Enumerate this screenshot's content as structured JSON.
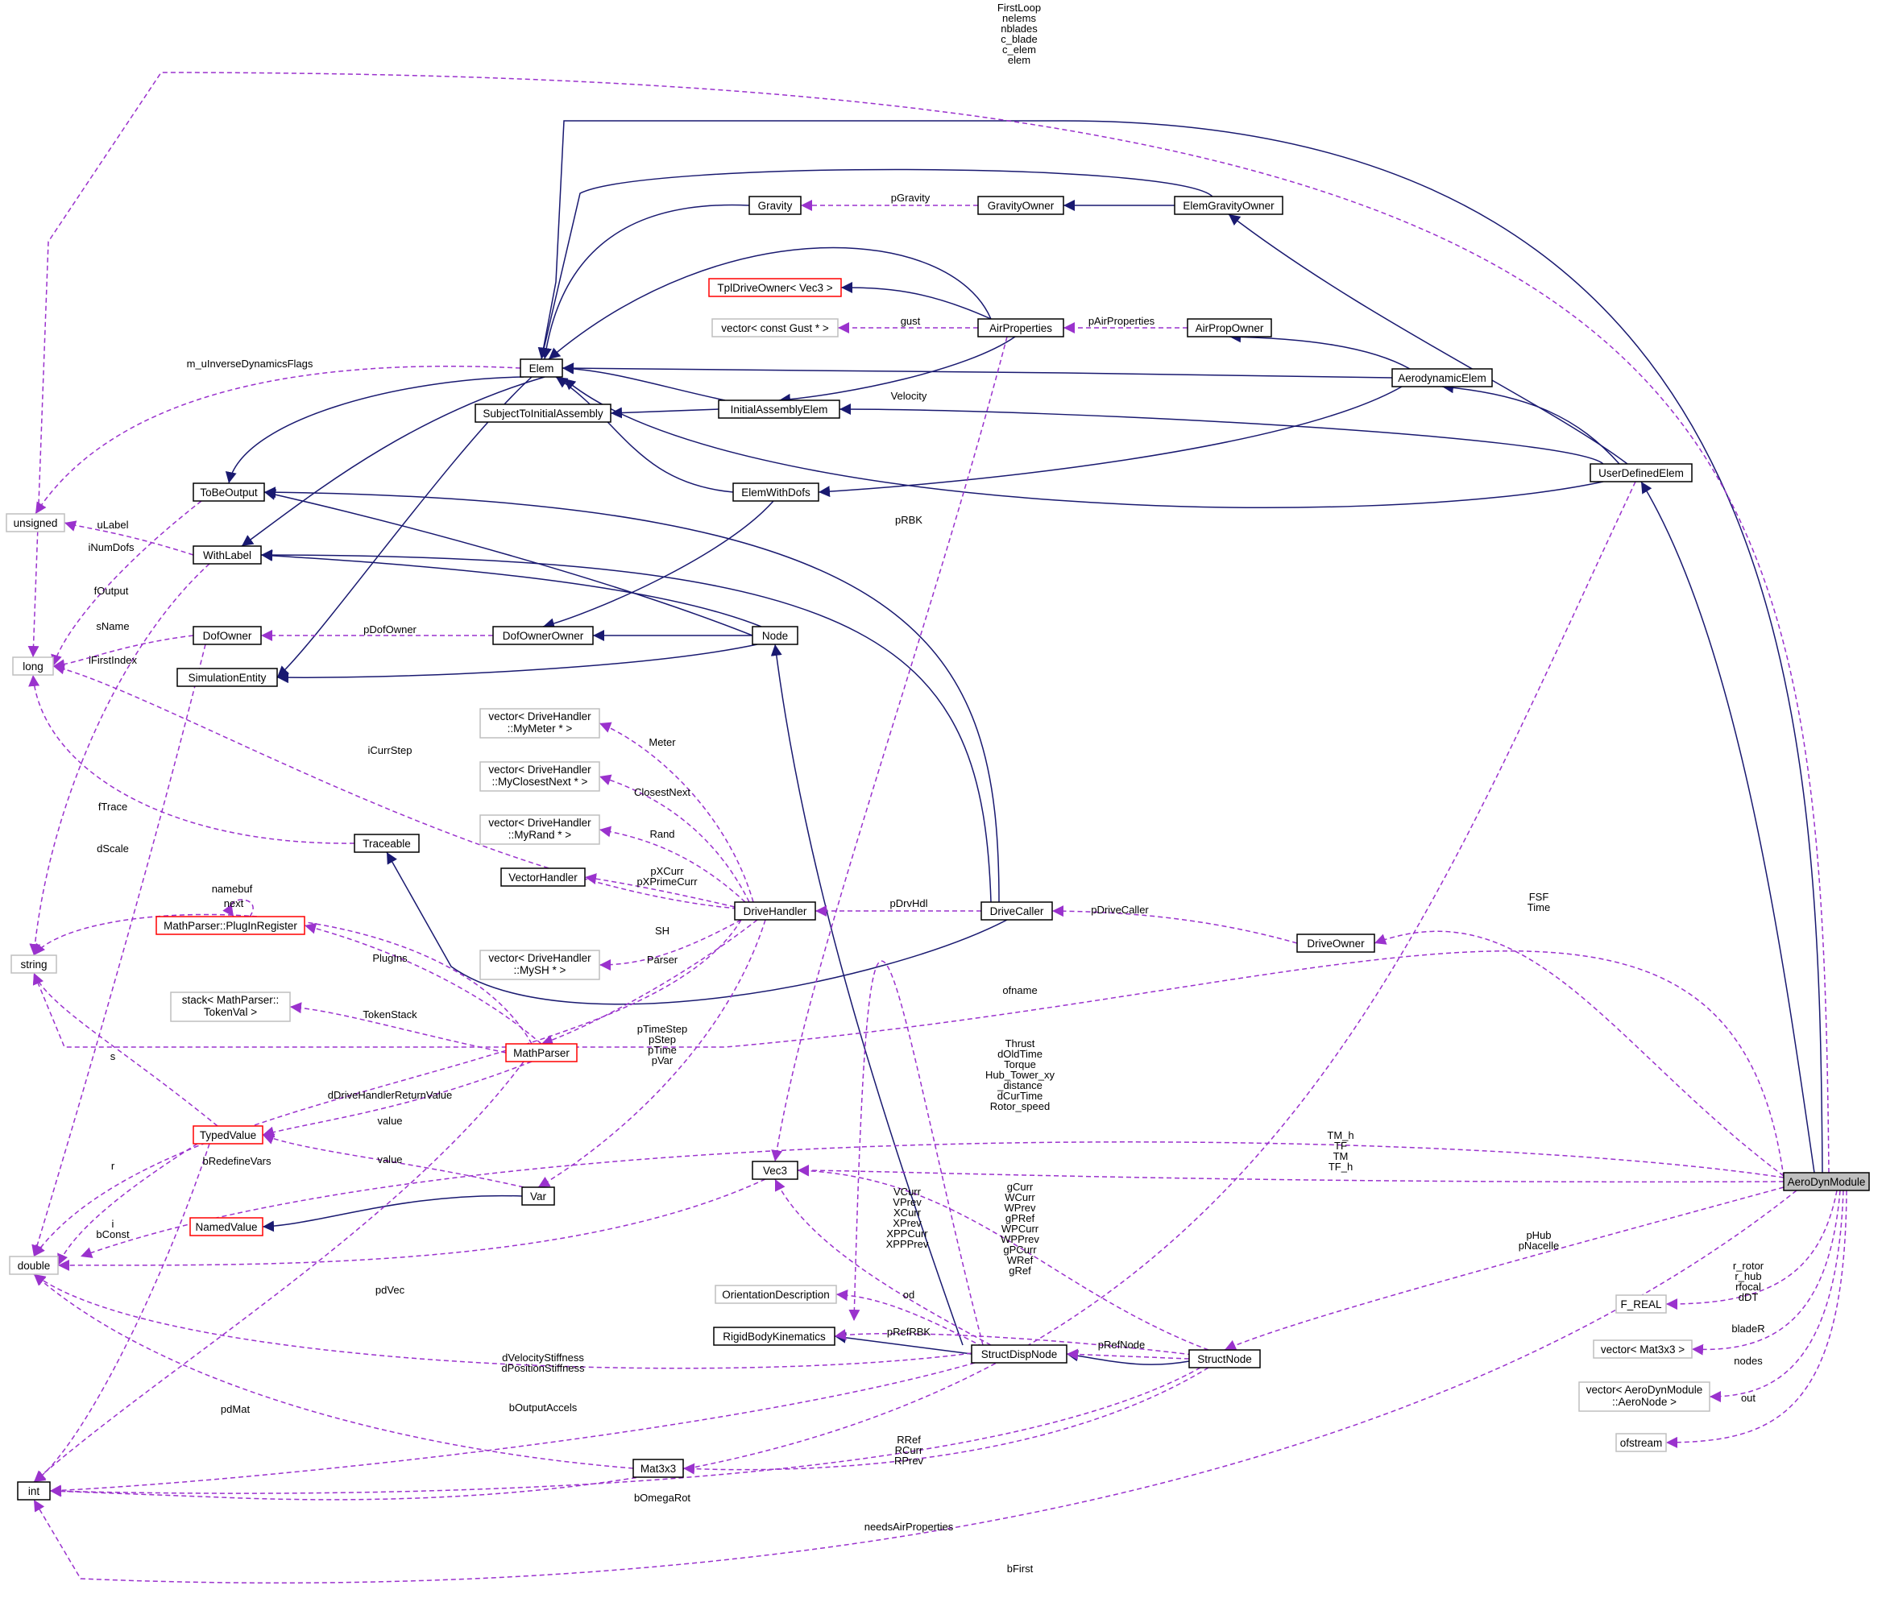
{
  "colors": {
    "inherit_edge": "#191970",
    "usage_edge": "#9a32cd",
    "node_border": "#000000",
    "external_border": "#bfbfbf",
    "incomplete_border": "#ff0000",
    "root_fill": "#bfbfbf",
    "node_fill": "#ffffff"
  },
  "nodes": {
    "AeroDynModule": "AeroDynModule",
    "UserDefinedElem": "UserDefinedElem",
    "Elem": "Elem",
    "ToBeOutput": "ToBeOutput",
    "WithLabel": "WithLabel",
    "unsigned": "unsigned",
    "long": "long",
    "string": "string",
    "double": "double",
    "int": "int",
    "Traceable": "Traceable",
    "SimulationEntity": "SimulationEntity",
    "DofOwner": "DofOwner",
    "DofOwnerOwner": "DofOwnerOwner",
    "Node": "Node",
    "SubjectToInitialAssembly": "SubjectToInitialAssembly",
    "InitialAssemblyElem": "InitialAssemblyElem",
    "ElemWithDofs": "ElemWithDofs",
    "Gravity": "Gravity",
    "GravityOwner": "GravityOwner",
    "ElemGravityOwner": "ElemGravityOwner",
    "TplDriveOwner": "TplDriveOwner< Vec3 >",
    "VectorConstGust": "vector< const Gust * >",
    "AirProperties": "AirProperties",
    "AirPropOwner": "AirPropOwner",
    "AerodynamicElem": "AerodynamicElem",
    "VecMyMeter": [
      "vector< DriveHandler",
      "::MyMeter * >"
    ],
    "VecMyClosestNext": [
      "vector< DriveHandler",
      "::MyClosestNext * >"
    ],
    "VecMyRand": [
      "vector< DriveHandler",
      "::MyRand * >"
    ],
    "VectorHandler": "VectorHandler",
    "VecMySH": [
      "vector< DriveHandler",
      "::MySH * >"
    ],
    "DriveHandler": "DriveHandler",
    "DriveCaller": "DriveCaller",
    "DriveOwner": "DriveOwner",
    "PlugInRegister": "MathParser::PlugInRegister",
    "StackTokenVal": [
      "stack< MathParser::",
      "TokenVal >"
    ],
    "MathParser": "MathParser",
    "TypedValue": "TypedValue",
    "NamedValue": "NamedValue",
    "Var": "Var",
    "Vec3": "Vec3",
    "OrientationDescription": "OrientationDescription",
    "RigidBodyKinematics": "RigidBodyKinematics",
    "StructDispNode": "StructDispNode",
    "StructNode": "StructNode",
    "Mat3x3": "Mat3x3",
    "F_REAL": "F_REAL",
    "VecMat3x3": "vector< Mat3x3 >",
    "VecAeroNode": [
      "vector< AeroDynModule",
      "::AeroNode >"
    ],
    "ofstream": "ofstream"
  },
  "edge_labels": {
    "top": [
      "FirstLoop",
      "nelems",
      "nblades",
      "c_blade",
      "c_elem",
      "elem"
    ],
    "pGravity": "pGravity",
    "gust": "gust",
    "pAirProperties": "pAirProperties",
    "m_uInverseDynamicsFlags": "m_uInverseDynamicsFlags",
    "Velocity": "Velocity",
    "uLabel": "uLabel",
    "iNumDofs": "iNumDofs",
    "fOutput": "fOutput",
    "sName": "sName",
    "iFirstIndex": "iFirstIndex",
    "pDofOwner": "pDofOwner",
    "pRBK": "pRBK",
    "iCurrStep": "iCurrStep",
    "fTrace": "fTrace",
    "dScale": "dScale",
    "Meter": "Meter",
    "ClosestNext": "ClosestNext",
    "Rand": "Rand",
    "pXCurr": [
      "pXCurr",
      "pXPrimeCurr"
    ],
    "namebuf": "namebuf",
    "next": "next",
    "pDrvHdl": "pDrvHdl",
    "pDriveCaller": "pDriveCaller",
    "FSF": [
      "FSF",
      "Time"
    ],
    "SH": "SH",
    "Parser": "Parser",
    "PlugIns": "PlugIns",
    "ofname": "ofname",
    "TokenStack": "TokenStack",
    "pTimeStep": [
      "pTimeStep",
      "pStep",
      "pTime",
      "pVar"
    ],
    "Thrust": [
      "Thrust",
      "dOldTime",
      "Torque",
      "Hub_Tower_xy",
      "_distance",
      "dCurTime",
      "Rotor_speed"
    ],
    "s": "s",
    "dDriveHandlerReturnValue": "dDriveHandlerReturnValue",
    "value1": "value",
    "value2": "value",
    "r": "r",
    "bRedefineVars": "bRedefineVars",
    "TM": [
      "TM_h",
      "TF",
      "TM",
      "TF_h"
    ],
    "gCurr": [
      "gCurr",
      "WCurr",
      "WPrev",
      "gPRef",
      "WPCurr",
      "WPPrev",
      "gPCurr",
      "WRef",
      "gRef"
    ],
    "VCurr": [
      "VCurr",
      "VPrev",
      "XCurr",
      "XPrev",
      "XPPCurr",
      "XPPPrev"
    ],
    "iBConst": [
      "i",
      "bConst"
    ],
    "pHub": [
      "pHub",
      "pNacelle"
    ],
    "pdVec": "pdVec",
    "od": "od",
    "rRotor": [
      "r_rotor",
      "r_hub",
      "rfocal",
      "dDT"
    ],
    "pRefRBK": "pRefRBK",
    "pRefNode": "pRefNode",
    "bladeR": "bladeR",
    "dVelocity": [
      "dVelocityStiffness",
      "dPositionStiffness"
    ],
    "nodes": "nodes",
    "pdMat": "pdMat",
    "bOutputAccels": "bOutputAccels",
    "out": "out",
    "RRef": [
      "RRef",
      "RCurr",
      "RPrev"
    ],
    "bOmegaRot": "bOmegaRot",
    "needsAirProperties": "needsAirProperties",
    "bFirst": "bFirst"
  }
}
